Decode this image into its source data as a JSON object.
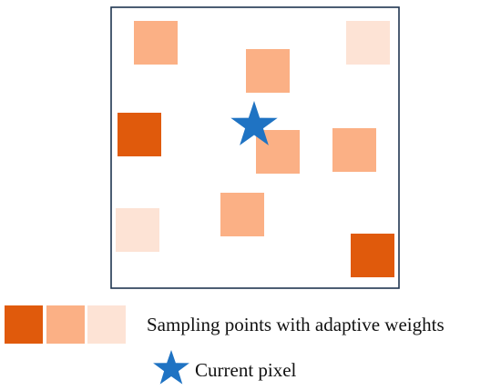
{
  "colors": {
    "dark": "#e05a0c",
    "medium": "#fbb085",
    "light": "#fde3d5",
    "star": "#1f73c3",
    "border": "#1f3550"
  },
  "diagram": {
    "sampling_points": [
      {
        "weight": "medium"
      },
      {
        "weight": "medium"
      },
      {
        "weight": "light"
      },
      {
        "weight": "dark"
      },
      {
        "weight": "medium"
      },
      {
        "weight": "medium"
      },
      {
        "weight": "medium"
      },
      {
        "weight": "light"
      },
      {
        "weight": "dark"
      }
    ],
    "current_pixel_icon": "star-icon"
  },
  "legend": {
    "sampling_label": "Sampling points with adaptive weights",
    "sampling_swatches": [
      "dark",
      "medium",
      "light"
    ],
    "pixel_label": "Current pixel",
    "pixel_icon": "star-icon"
  }
}
